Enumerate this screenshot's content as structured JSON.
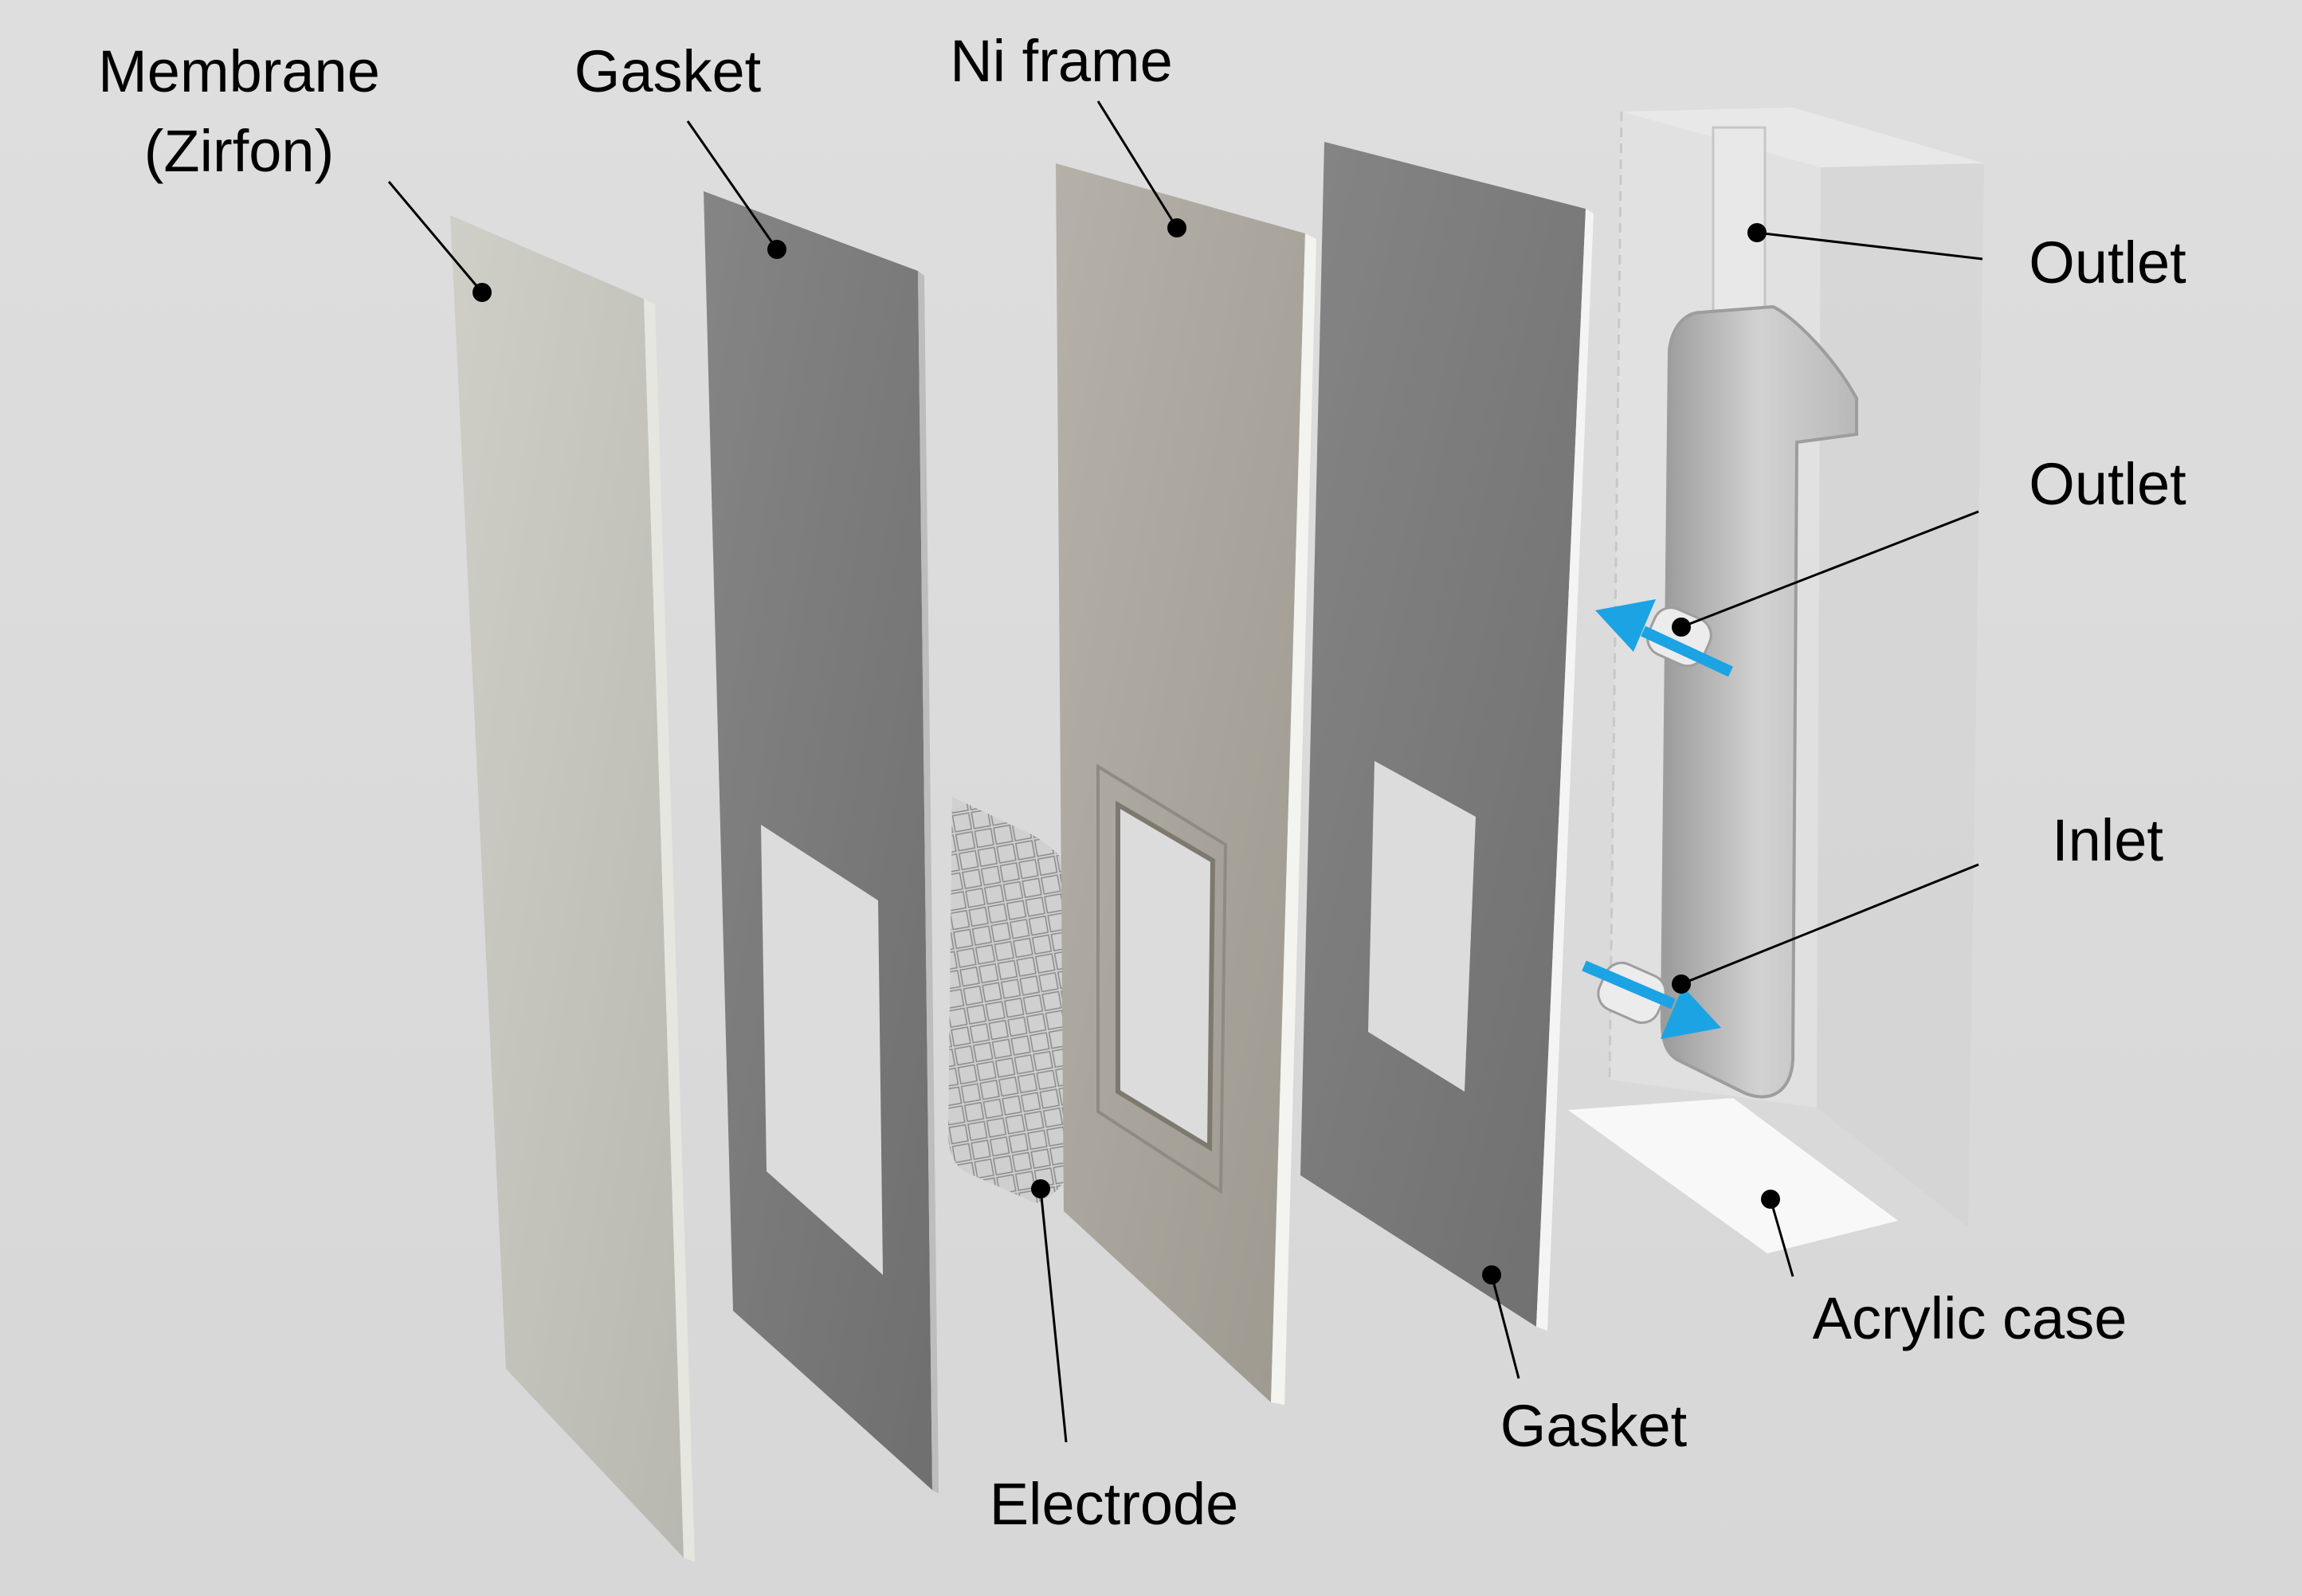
{
  "colors": {
    "background": "#dcdcdc",
    "membrane": "#c1c1ba",
    "gasket": "#7c7c7c",
    "ni_frame": "#a9a59d",
    "acrylic": "#e6e6e6",
    "flow_arrow": "#1ba3e4"
  },
  "labels": {
    "membrane_line1": "Membrane",
    "membrane_line2": "(Zirfon)",
    "gasket_top": "Gasket",
    "ni_frame": "Ni frame",
    "outlet_top": "Outlet",
    "outlet_middle": "Outlet",
    "inlet": "Inlet",
    "acrylic_case": "Acrylic case",
    "gasket_bottom": "Gasket",
    "electrode": "Electrode"
  },
  "icons": {
    "flow_out": "arrow-left-icon",
    "flow_in": "arrow-right-icon"
  }
}
